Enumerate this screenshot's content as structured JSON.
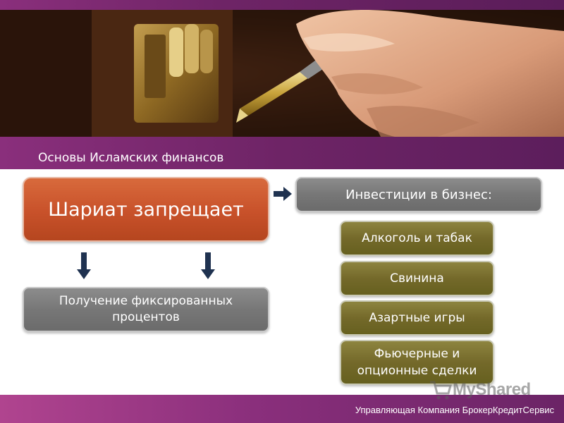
{
  "header": {
    "subtitle": "Основы Исламских финансов"
  },
  "diagram": {
    "main_box": "Шариат запрещает",
    "investments_box": "Инвестиции в бизнес:",
    "fixed_interest_box": "Получение фиксированных процентов",
    "items": [
      "Алкоголь и табак",
      "Свинина",
      "Азартные игры",
      "Фьючерные и опционные сделки"
    ]
  },
  "footer": {
    "company": "Управляющая Компания БрокерКредитСервис"
  },
  "watermark": {
    "text": "MyShared"
  },
  "colors": {
    "header_purple": "#6e2466",
    "main_box_orange": "#c8512a",
    "gray_box": "#777777",
    "olive_box": "#74692a",
    "arrow_navy": "#1f3250"
  }
}
